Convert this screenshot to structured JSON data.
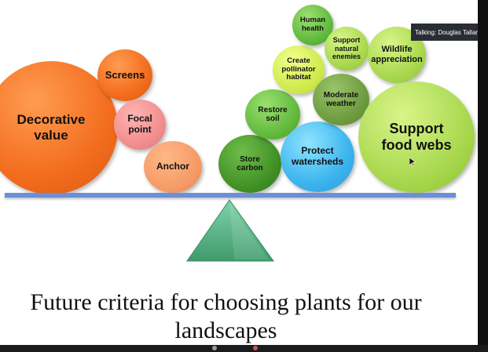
{
  "meeting": {
    "talking_indicator": "Talking: Douglas Tallamy"
  },
  "slide": {
    "bubbles": {
      "decorative_value": "Decorative value",
      "screens": "Screens",
      "focal_point": "Focal point",
      "anchor": "Anchor",
      "store_carbon": "Store carbon",
      "restore_soil": "Restore soil",
      "protect_watersheds": "Protect watersheds",
      "create_pollinator_habitat": "Create pollinator habitat",
      "human_health": "Human health",
      "support_natural_enemies": "Support natural enemies",
      "moderate_weather": "Moderate weather",
      "wildlife_appreciation": "Wildlife appreciation",
      "support_food_webs": "Support food webs"
    },
    "caption": "Future criteria for choosing plants for our landscapes"
  }
}
